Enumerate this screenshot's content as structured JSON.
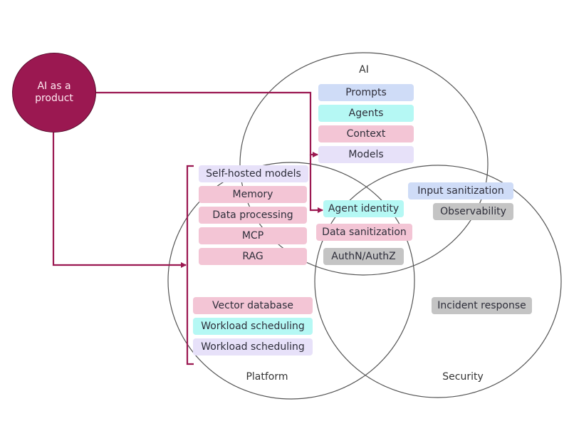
{
  "colors": {
    "accent": "#9b1851",
    "blue": "#cfdcf7",
    "cyan": "#b5f8f4",
    "pink": "#f3c5d5",
    "lavender": "#e7e1f9",
    "gray": "#c4c4c4",
    "circle_stroke": "#555555"
  },
  "hub": {
    "label": "AI as a product"
  },
  "circles": {
    "ai": {
      "label": "AI"
    },
    "platform": {
      "label": "Platform"
    },
    "security": {
      "label": "Security"
    }
  },
  "ai_items": [
    {
      "label": "Prompts",
      "color": "blue"
    },
    {
      "label": "Agents",
      "color": "cyan"
    },
    {
      "label": "Context",
      "color": "pink"
    },
    {
      "label": "Models",
      "color": "lavender"
    }
  ],
  "platform_items": [
    {
      "label": "Self-hosted models",
      "color": "lavender"
    },
    {
      "label": "Memory",
      "color": "pink"
    },
    {
      "label": "Data processing",
      "color": "pink"
    },
    {
      "label": "MCP",
      "color": "pink"
    },
    {
      "label": "RAG",
      "color": "pink"
    },
    {
      "label": "Vector database",
      "color": "pink"
    },
    {
      "label": "Workload scheduling",
      "color": "cyan"
    },
    {
      "label": "Workload scheduling",
      "color": "lavender"
    }
  ],
  "overlap_items": [
    {
      "label": "Agent identity",
      "color": "cyan"
    },
    {
      "label": "Data sanitization",
      "color": "pink"
    },
    {
      "label": "AuthN/AuthZ",
      "color": "gray"
    }
  ],
  "security_items": [
    {
      "label": "Input sanitization",
      "color": "blue"
    },
    {
      "label": "Observability",
      "color": "gray"
    },
    {
      "label": "Incident response",
      "color": "gray"
    }
  ]
}
